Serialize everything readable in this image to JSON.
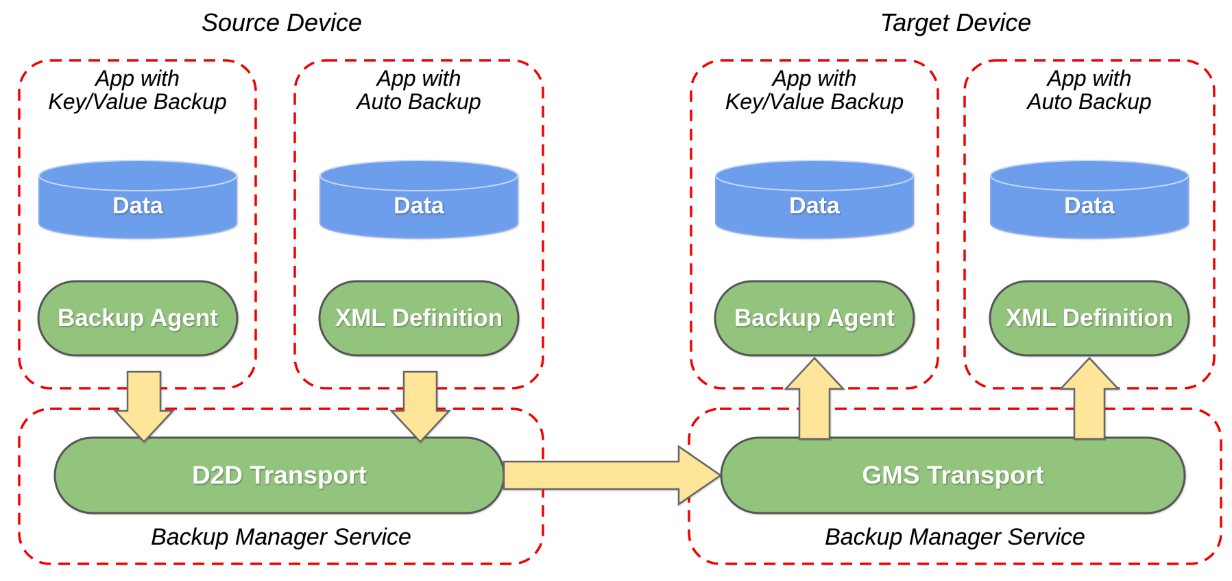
{
  "colors": {
    "background": "#ffffff",
    "dashed_border": "#f20000",
    "data_cylinder_fill": "#6d9eeb",
    "component_fill": "#93c47d",
    "component_border": "#555555",
    "arrow_fill": "#ffe599",
    "arrow_border": "#666666",
    "label_text": "#000000",
    "shape_text": "#ffffff"
  },
  "source": {
    "title": "Source Device",
    "apps": [
      {
        "name_line1": "App with",
        "name_line2": "Key/Value Backup",
        "store_label": "Data",
        "component_label": "Backup Agent"
      },
      {
        "name_line1": "App with",
        "name_line2": "Auto Backup",
        "store_label": "Data",
        "component_label": "XML Definition"
      }
    ],
    "service": {
      "transport_label": "D2D Transport",
      "service_label": "Backup Manager Service"
    }
  },
  "target": {
    "title": "Target Device",
    "apps": [
      {
        "name_line1": "App with",
        "name_line2": "Key/Value Backup",
        "store_label": "Data",
        "component_label": "Backup Agent"
      },
      {
        "name_line1": "App with",
        "name_line2": "Auto Backup",
        "store_label": "Data",
        "component_label": "XML Definition"
      }
    ],
    "service": {
      "transport_label": "GMS Transport",
      "service_label": "Backup Manager Service"
    }
  }
}
